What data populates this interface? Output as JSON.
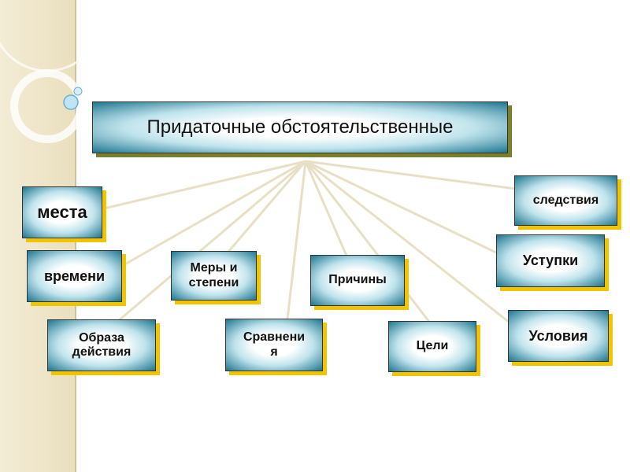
{
  "title": "Придаточные обстоятельственные",
  "boxes": {
    "mesta": "места",
    "vremeni": "времени",
    "obraz": "Образа\nдействия",
    "mery": "Меры и\nстепени",
    "sravn": "Сравнени\nя",
    "prich": "Причины",
    "celi": "Цели",
    "sled": "следствия",
    "ustup": "Уступки",
    "usl": "Условия"
  },
  "colors": {
    "box_edge": "#1f7690",
    "shadow": "#f0c400",
    "connector": "#e8e0c4",
    "strip": "#eadfbe"
  }
}
